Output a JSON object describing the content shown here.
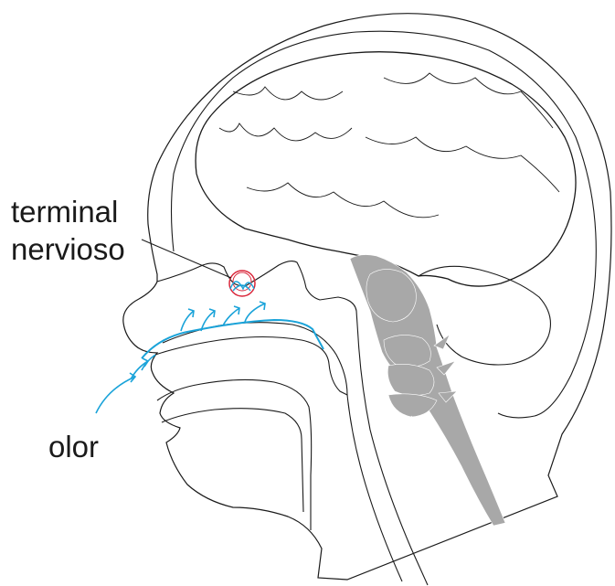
{
  "labels": {
    "terminal": "terminal",
    "nervioso": "nervioso",
    "olor": "olor"
  },
  "colors": {
    "outline": "#1a1a1a",
    "spine": "#a8a8a8",
    "airflow": "#1aa3d9",
    "nerve": "#d9263a"
  }
}
